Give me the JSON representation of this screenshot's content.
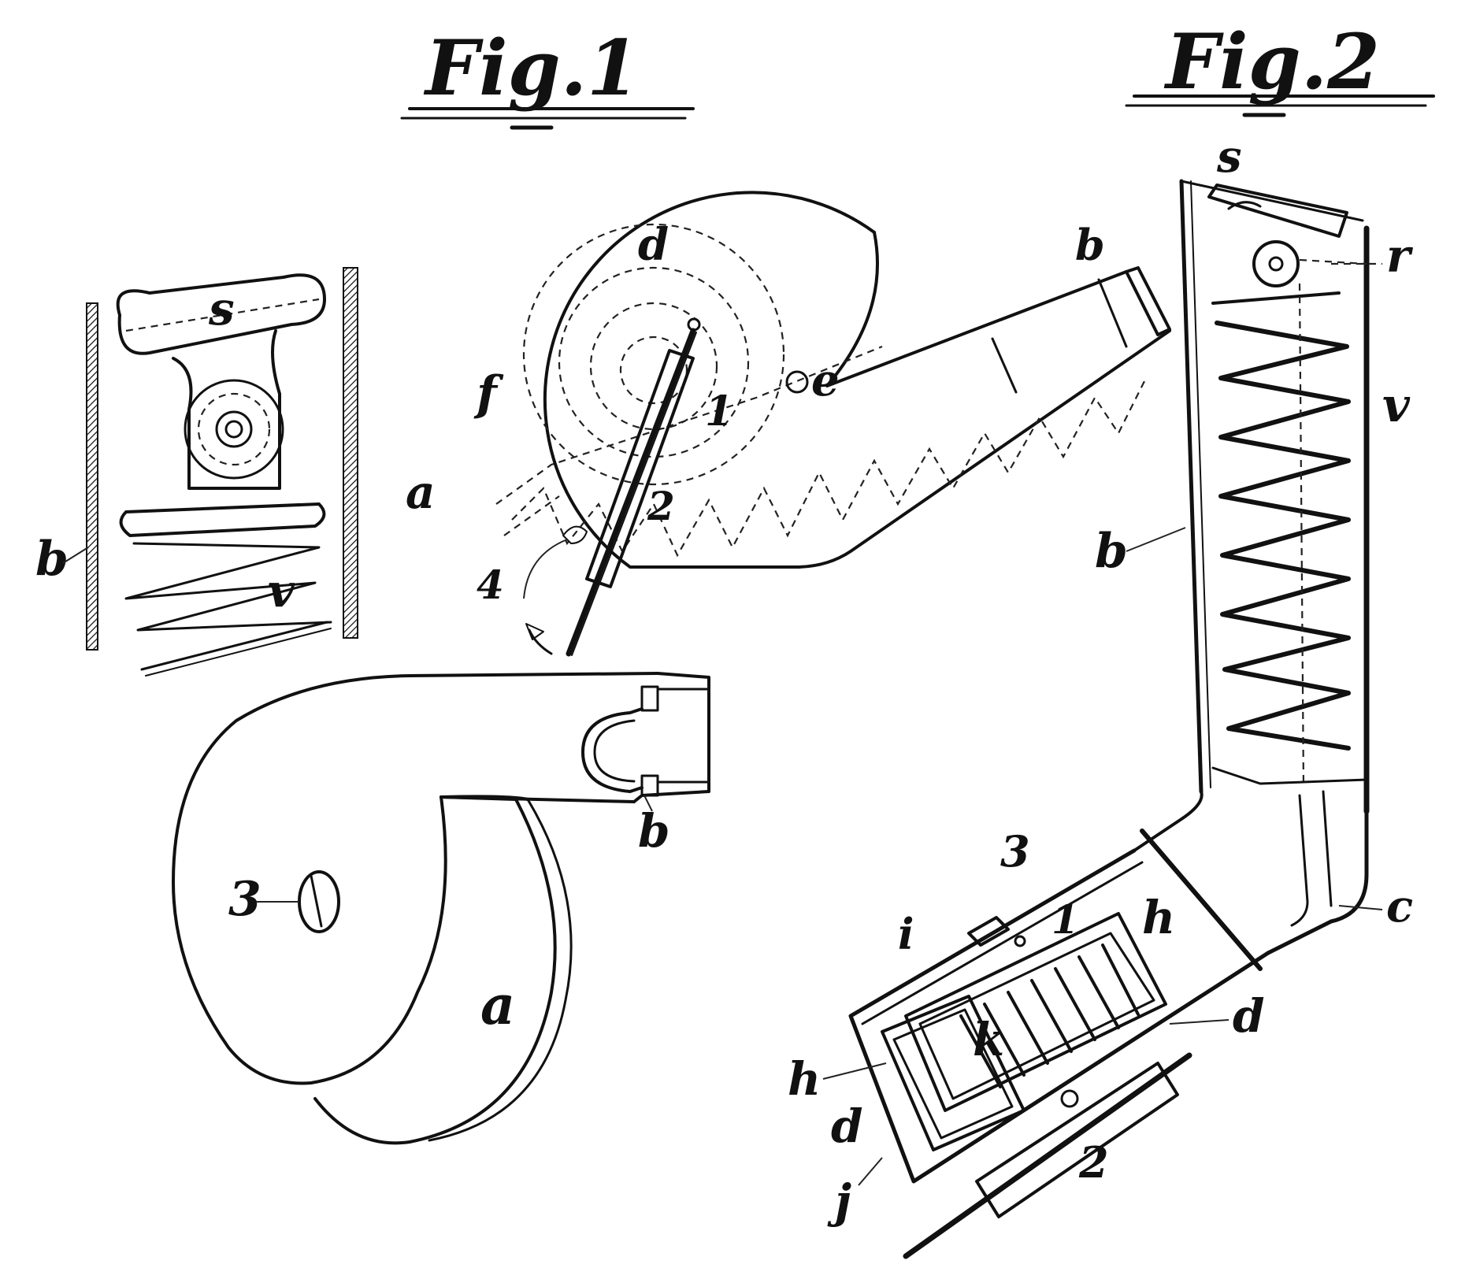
{
  "figures": [
    {
      "title": "Fig.1"
    },
    {
      "title": "Fig.2"
    }
  ],
  "labels": {
    "detail_s": "s",
    "detail_b": "b",
    "detail_v": "v",
    "top_d": "d",
    "top_f": "f",
    "top_1": "1",
    "top_e": "e",
    "top_a": "a",
    "top_2": "2",
    "top_4": "4",
    "top_b": "b",
    "persp_3": "3",
    "persp_a": "a",
    "persp_b": "b",
    "f2_s": "s",
    "f2_r": "r",
    "f2_v": "v",
    "f2_b": "b",
    "f2_c": "c",
    "f2_3": "3",
    "f2_i": "i",
    "f2_1": "1",
    "f2_h_top": "h",
    "f2_d_right": "d",
    "f2_k": "k",
    "f2_h_left": "h",
    "f2_d_left": "d",
    "f2_j": "j",
    "f2_2": "2"
  }
}
